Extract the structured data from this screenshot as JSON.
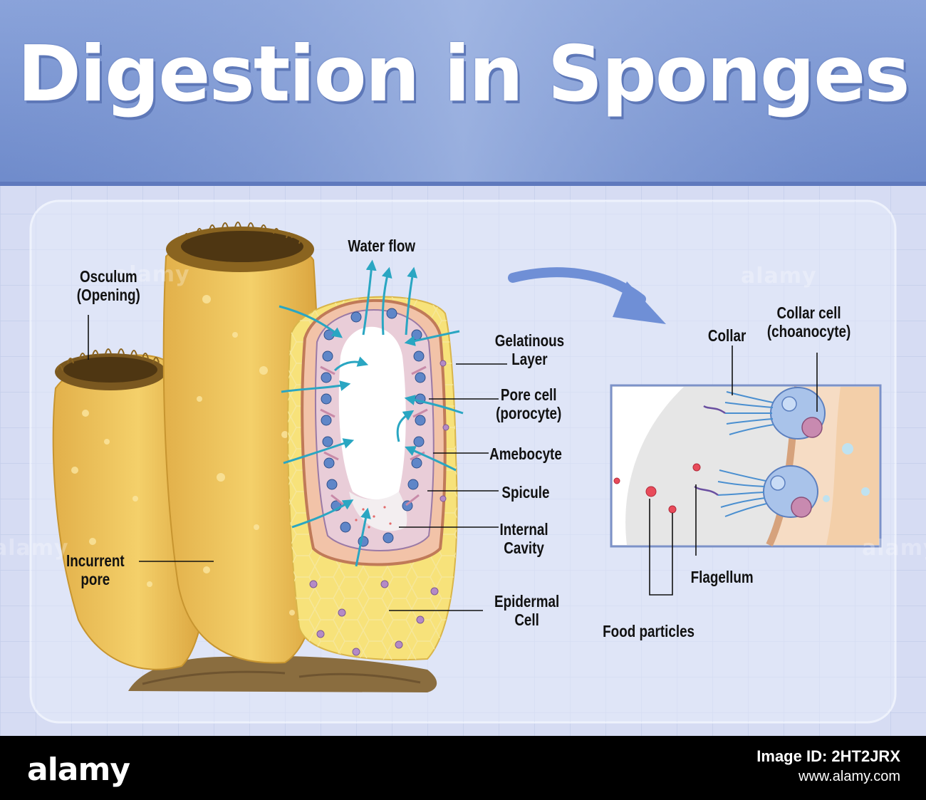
{
  "title": "Digestion in Sponges",
  "labels": {
    "water_flow": "Water flow",
    "osculum": [
      "Osculum",
      "(Opening)"
    ],
    "incurrent_pore": [
      "Incurrent",
      "pore"
    ],
    "gelatinous_layer": [
      "Gelatinous",
      "Layer"
    ],
    "pore_cell": [
      "Pore cell",
      "(porocyte)"
    ],
    "amebocyte": "Amebocyte",
    "spicule": "Spicule",
    "internal_cavity": [
      "Internal",
      "Cavity"
    ],
    "epidermal_cell": [
      "Epidermal",
      "Cell"
    ],
    "collar": "Collar",
    "collar_cell": [
      "Collar cell",
      "(choanocyte)"
    ],
    "flagellum": "Flagellum",
    "food_particles": "Food particles"
  },
  "watermark": "alamy",
  "footer": {
    "brand": "alamy",
    "image_id": "Image ID: 2HT2JRX",
    "site": "www.alamy.com"
  },
  "colors": {
    "banner": "#8ea8dc",
    "panel": "#dde3f6",
    "sponge_yellow": "#f0c85a",
    "sponge_shade": "#d9a63a",
    "flow_arrow": "#2aa6c2",
    "collar_cell": "#a9c3ea",
    "big_arrow": "#6f8fd6"
  }
}
